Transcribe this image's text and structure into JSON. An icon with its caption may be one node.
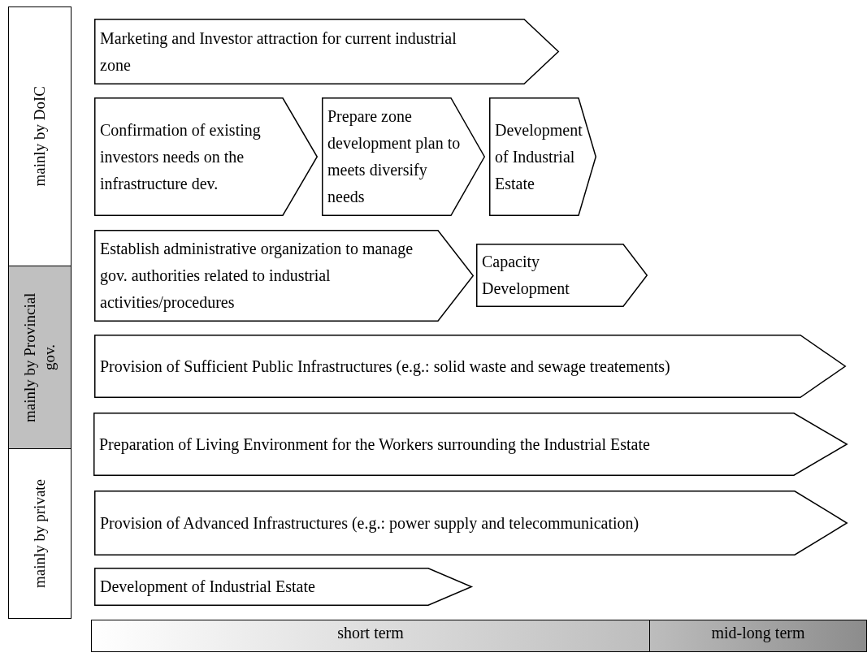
{
  "diagram": {
    "nodes": [
      {
        "text": [
          "mainly by DoIC"
        ]
      },
      {
        "text": [
          "mainly by Provincial gov."
        ]
      },
      {
        "text": [
          "mainly by private"
        ]
      },
      {
        "text": [
          "Marketing and Investor attraction for current industrial zone"
        ]
      },
      {
        "text": [
          "Confirmation of existing investors needs on the infrastructure dev."
        ]
      },
      {
        "text": [
          "Prepare zone development plan to meets diversify needs"
        ]
      },
      {
        "text": [
          "Development of Industrial Estate"
        ]
      },
      {
        "text": [
          "Establish administrative organization to manage gov. authorities related to industrial activities/procedures"
        ]
      },
      {
        "text": [
          "Capacity Development"
        ]
      },
      {
        "text": [
          "Provision of Sufficient Public Infrastructures (e.g.: solid waste and sewage treatements)"
        ]
      },
      {
        "text": [
          "Preparation of Living Environment for the Workers surrounding the Industrial Estate"
        ]
      },
      {
        "text": [
          "Provision of Advanced Infrastructures (e.g.: power supply and telecommunication)"
        ]
      },
      {
        "text": [
          "Development of Industrial Estate"
        ]
      },
      {
        "text": [
          "short term"
        ]
      },
      {
        "text": [
          "mid-long term"
        ]
      }
    ]
  }
}
